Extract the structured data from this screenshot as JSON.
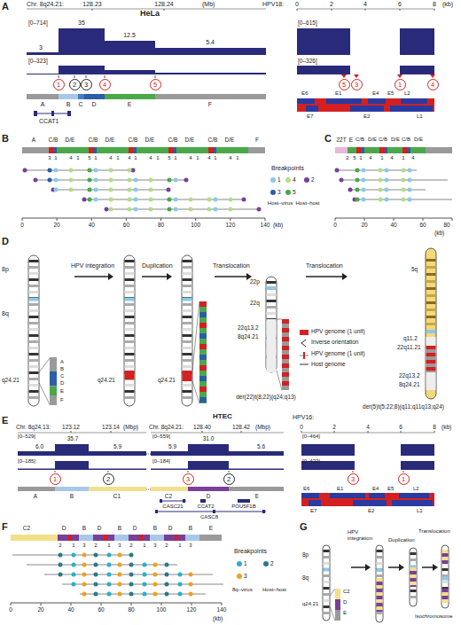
{
  "diagram": {
    "labels": [
      "A",
      "HeLa",
      "Chr. 8q24.21:",
      "128.23",
      "128.24",
      "(Mb)",
      "[0–714]",
      "3",
      "35",
      "12.5",
      "5.4",
      "[0–323]",
      "1",
      "2",
      "3",
      "4",
      "5",
      "A",
      "B",
      "C",
      "D",
      "E",
      "F",
      "CCAT1",
      "HPV18:",
      "0",
      "2",
      "4",
      "6",
      "8",
      "(kb)",
      "[0–615]",
      "[0–326]",
      "5",
      "3",
      "1",
      "4",
      "E6",
      "E1",
      "E4",
      "E5",
      "L2",
      "E7",
      "E2",
      "L1",
      "B",
      "A",
      "C/B",
      "D/E",
      "C/B",
      "D/E",
      "C/B",
      "D/E",
      "C/B",
      "D/E",
      "C/B",
      "D/E",
      "F",
      "3",
      "1",
      "4",
      "1",
      "5",
      "1",
      "4",
      "1",
      "4",
      "1",
      "4",
      "1",
      "5",
      "1",
      "4",
      "1",
      "4",
      "1",
      "4",
      "1",
      "0",
      "20",
      "40",
      "60",
      "80",
      "100",
      "120",
      "140",
      "(kb)",
      "Breakpoints",
      "Host–virus",
      "Host–host",
      "C",
      "22T",
      "E",
      "C/B",
      "D/E",
      "C/B",
      "D/E",
      "C/B",
      "D/E",
      "2",
      "5",
      "1",
      "4",
      "1",
      "4",
      "1",
      "4",
      "0",
      "20",
      "40",
      "60",
      "80",
      "(kb)",
      "D",
      "8p",
      "8q",
      "q24.21",
      "A",
      "B",
      "C",
      "D",
      "E",
      "F",
      "HPV integration",
      "q24.21",
      "Duplication",
      "q24.21",
      "Translocation",
      "22p",
      "22q",
      "22q13.2",
      "8q24.21",
      "der(22)t(8;22)(q24;q13)",
      "Translocation",
      "5q",
      "q11.2",
      "22q11.21",
      "22q13.2",
      "8q24.21",
      "der(5)t(5;22;8)(q11;q11q13;q24)",
      "E",
      "HTEC",
      "Chr. 8q24.13:",
      "123.12",
      "123.14",
      "(Mbp)",
      "[0–529]",
      "6.0",
      "35.7",
      "5.9",
      "[0–185]",
      "1",
      "2",
      "Chr. 8q24.21:",
      "128.40",
      "128.42",
      "(Mbp)",
      "[0–559]",
      "5.9",
      "31.0",
      "5.6",
      "[0–184]",
      "3",
      "2",
      "A",
      "B",
      "C1",
      "C2",
      "D",
      "E",
      "CASC21",
      "CCAT2",
      "POU5F1B",
      "CASC8",
      "HPV16:",
      "0",
      "2",
      "4",
      "6",
      "8",
      "(kb)",
      "[0–464]",
      "[0–432]",
      "3",
      "1",
      "E6",
      "E1",
      "E4",
      "E5",
      "L2",
      "E7",
      "E2",
      "L1",
      "F",
      "C2",
      "D",
      "B",
      "D",
      "B",
      "D",
      "B",
      "D",
      "B",
      "E",
      "2",
      "1",
      "3",
      "2",
      "1",
      "3",
      "2",
      "1",
      "3",
      "2",
      "1",
      "3",
      "0",
      "20",
      "40",
      "60",
      "80",
      "100",
      "120",
      "140",
      "(kb)",
      "Breakpoints",
      "8q–virus",
      "Host–host",
      "G",
      "8p",
      "8q",
      "q24.21",
      "C2",
      "D",
      "E",
      "HPV integration",
      "Duplication",
      "Translocation",
      "Isochromosome"
    ],
    "legend": [
      {
        "text": "1",
        "color": "#8ec9e8"
      },
      {
        "text": "3",
        "color": "#2a5ea8"
      },
      {
        "text": "4",
        "color": "#b4dc8a"
      },
      {
        "text": "5",
        "color": "#4aa84a"
      },
      {
        "text": "2",
        "color": "#7a3f98"
      },
      {
        "text": "HPV genome (1 unit)",
        "color": "#d42020"
      },
      {
        "text": "Inverse orientation"
      },
      {
        "text": "HPV genome (1 unit)"
      },
      {
        "text": "Host genome",
        "color": "#999999"
      },
      {
        "text": "1",
        "color": "#2bb0c8"
      },
      {
        "text": "3",
        "color": "#f0a020"
      },
      {
        "text": "2",
        "color": "#2a7a8a"
      }
    ]
  }
}
